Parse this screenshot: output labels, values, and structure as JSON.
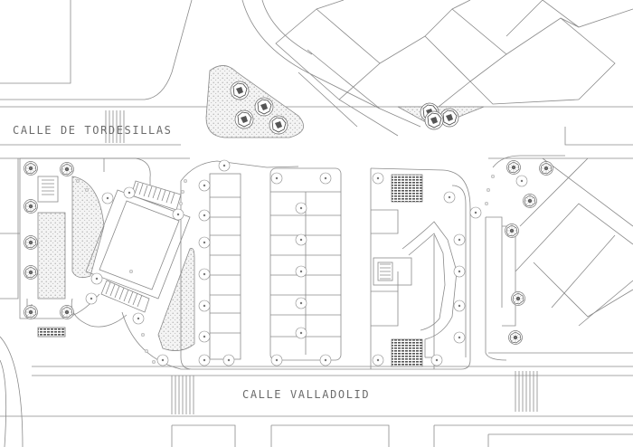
{
  "plan": {
    "streets": [
      {
        "id": "tordesillas",
        "name": "CALLE DE TORDESILLAS"
      },
      {
        "id": "valladolid",
        "name": "CALLE VALLADOLID"
      }
    ]
  },
  "style": {
    "line_color": "#8a8a8a",
    "hatch_color": "#b5b5b5",
    "dot_fill": "#e6e6e6",
    "background": "#ffffff"
  }
}
